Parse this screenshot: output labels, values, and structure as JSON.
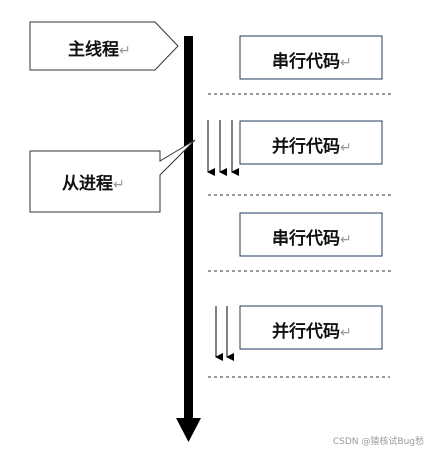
{
  "diagram": {
    "main_thread_label": "主线程",
    "sub_thread_label": "从进程",
    "blocks": [
      {
        "label": "串行代码"
      },
      {
        "label": "并行代码"
      },
      {
        "label": "串行代码"
      },
      {
        "label": "并行代码"
      }
    ],
    "return_mark": "↵",
    "watermark": "CSDN @猿核试Bug愁"
  },
  "colors": {
    "line": "#000000",
    "box_border": "#1f3b5c",
    "text": "#111111",
    "muted": "#9a9a9a"
  }
}
